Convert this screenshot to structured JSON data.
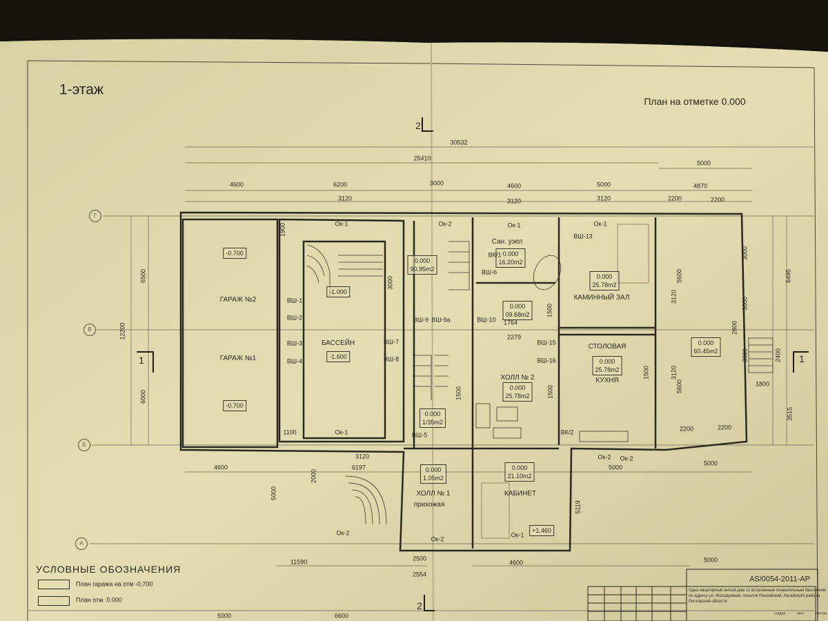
{
  "header": {
    "floor_title": "1-этаж",
    "plan_title": "План на отметке 0.000"
  },
  "sections": {
    "s2_top": "2",
    "s2_bottom": "2",
    "s1_left": "1",
    "s1_right": "1"
  },
  "axes": {
    "g": "Г",
    "v": "В",
    "b": "Б",
    "a": "А"
  },
  "dimensions_top": [
    "30532",
    "25410",
    "5000",
    "4600",
    "6200",
    "3000",
    "4600",
    "5000",
    "4870",
    "3120",
    "3120",
    "3120",
    "2200",
    "2200"
  ],
  "dimensions_left": [
    "12200",
    "6500",
    "6000",
    "1900",
    "3000",
    "1100"
  ],
  "dimensions_bottom": [
    "4600",
    "3120",
    "6197",
    "2000",
    "5000",
    "11590",
    "2554",
    "4600",
    "5000",
    "5000",
    "5119",
    "5000",
    "6600",
    "5000",
    "2500"
  ],
  "dimensions_right": [
    "6495",
    "5600",
    "3120",
    "3000",
    "3000",
    "2800",
    "3000",
    "2400",
    "1800",
    "3515",
    "5600",
    "3120",
    "2200",
    "2200"
  ],
  "dimensions_inner": [
    "1500",
    "1500",
    "1500",
    "1500",
    "1764",
    "2279"
  ],
  "rooms": {
    "garage2": {
      "name": "ГАРАЖ №2",
      "level": "-0.700"
    },
    "garage1": {
      "name": "ГАРАЖ №1",
      "level": "-0.700"
    },
    "pool": {
      "name": "БАССЕЙН",
      "level_top": "-1.000",
      "level": "-1.600"
    },
    "pool_hall": {
      "level": "0.000",
      "area": "90.95m2"
    },
    "bathroom": {
      "name": "Сан. узел",
      "level": "0.000",
      "area": "16.20m2"
    },
    "corridor": {
      "level": "0.000",
      "area": "09.68m2"
    },
    "fireplace": {
      "name": "КАМИННЫЙ ЗАЛ",
      "level": "0.000",
      "area": "25.78m2"
    },
    "dining": {
      "name": "СТОЛОВАЯ",
      "name2": "КУХНЯ",
      "level": "0.000",
      "area": "25.78m2"
    },
    "hall2": {
      "name": "ХОЛЛ № 2",
      "level": "0.000",
      "area": "25.78m2"
    },
    "stair": {
      "level": "0.000",
      "area": "1/35m2"
    },
    "hall1": {
      "name": "ХОЛЛ № 1",
      "name2": "прихожая",
      "level": "0.000",
      "area": "1.05m2"
    },
    "study": {
      "name": "КАБИНЕТ",
      "level": "0.000",
      "area": "21.10m2",
      "mark": "+1.460"
    },
    "terrace": {
      "level": "0.000",
      "area": "60.45m2"
    }
  },
  "tags": [
    "ВШ-1",
    "ВШ-2",
    "ВШ-3",
    "ВШ-4",
    "ВШ-5",
    "ВШ-6",
    "ВШ-7",
    "ВШ-8",
    "ВШ-9",
    "ВШ-9а",
    "ВШ-10",
    "ВШ-13",
    "ВШ-15",
    "ВШ-16",
    "ВК/1",
    "ВК/2"
  ],
  "windows": [
    "Ок-1",
    "Ок-2",
    "Ок-1",
    "Ок-1",
    "Ок-1",
    "Ок-2",
    "Ок-2",
    "Ок-1",
    "Ок-2",
    "Ок-2"
  ],
  "legend": {
    "title": "УСЛОВНЫЕ ОБОЗНАЧЕНИЯ",
    "items": [
      "План гаража на отм -0,700",
      "План отм. 0.000"
    ]
  },
  "title_block": {
    "code": "AS/0054-2011-AP",
    "description": [
      "Одно-квартирный жилой дом со встроенным плавательным бассейном",
      "по адресу ул. Молодежная, поселок Российский, Аксайского района",
      "Ростовской области"
    ],
    "cols": [
      "стадия",
      "лист",
      "листов"
    ]
  }
}
